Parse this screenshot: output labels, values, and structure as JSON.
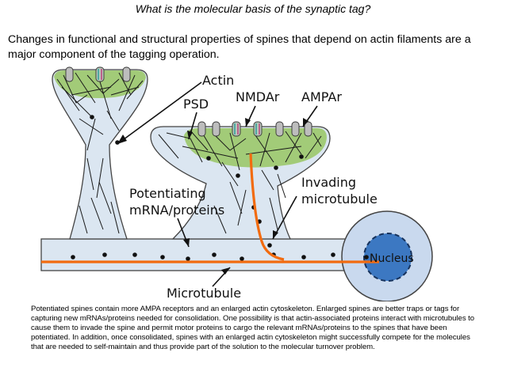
{
  "slide": {
    "question": "What is the molecular basis of the synaptic tag?",
    "intro": "Changes in functional and structural properties of spines that depend on actin filaments are a major component of the tagging operation.",
    "caption": "Potentiated spines contain more AMPA receptors and an enlarged actin cytoskeleton. Enlarged spines are better traps or tags for capturing new mRNAs/proteins needed for consolidation. One possibility is that actin-associated proteins interact with microtubules to cause them to invade the spine and permit motor proteins to cargo the relevant mRNAs/proteins to the spines that have been potentiated. In addition, once consolidated, spines with an enlarged actin cytoskeleton might successfully compete for the molecules that are needed to self-maintain and thus provide part of the solution to the molecular turnover problem."
  },
  "diagram": {
    "labels": {
      "actin": "Actin",
      "psd": "PSD",
      "nmdar": "NMDAr",
      "ampar": "AMPAr",
      "potentiating_line1": "Potentiating",
      "potentiating_line2": "mRNA/proteins",
      "invading_line1": "Invading",
      "invading_line2": "microtubule",
      "nucleus": "Nucleus",
      "microtubule": "Microtubule"
    },
    "colors": {
      "membrane_fill": "#dbe6f1",
      "actin_zone": "#9bc86a",
      "microtubule": "#f26b0f",
      "nucleus_fill": "#3c78c2",
      "cell_body": "#c9d9ee"
    }
  }
}
